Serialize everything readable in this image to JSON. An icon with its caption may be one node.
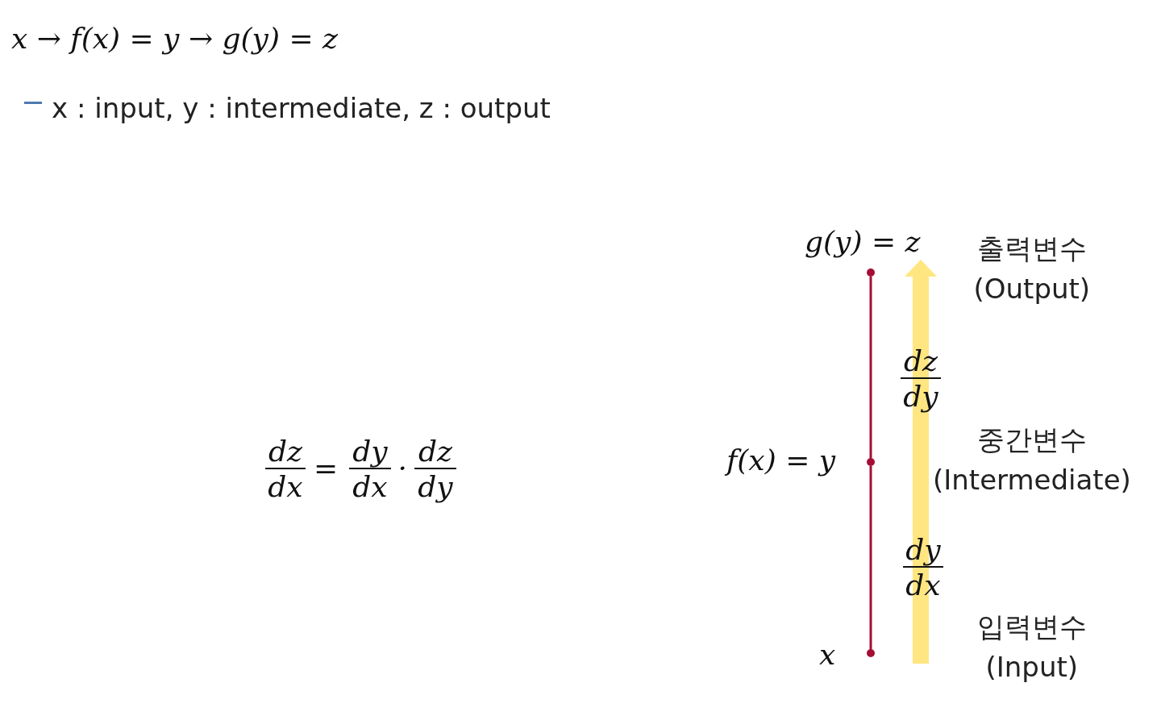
{
  "diagram": {
    "nodes": [
      {
        "text": [],
        "shape": "circle"
      },
      {
        "text": [],
        "shape": "circle"
      },
      {
        "text": [],
        "shape": "circle"
      }
    ],
    "edges": [
      {
        "from": 0,
        "to": 1,
        "arrow": "none",
        "color": "#a50d34"
      },
      {
        "from": 1,
        "to": 2,
        "arrow": "none",
        "color": "#a50d34"
      }
    ],
    "labels": [
      "x → f(x) = y → g(y) = z",
      "x : input, y : intermediate, z : output",
      "g(y) = z",
      "출력변수",
      "(Output)",
      "dz",
      "dy",
      "dz",
      "dx",
      "=",
      "dy",
      "dx",
      "·",
      "dz",
      "dy",
      "f(x) = y",
      "중간변수",
      "(Intermediate)",
      "dy",
      "dx",
      "x",
      "입력변수",
      "(Input)"
    ]
  }
}
